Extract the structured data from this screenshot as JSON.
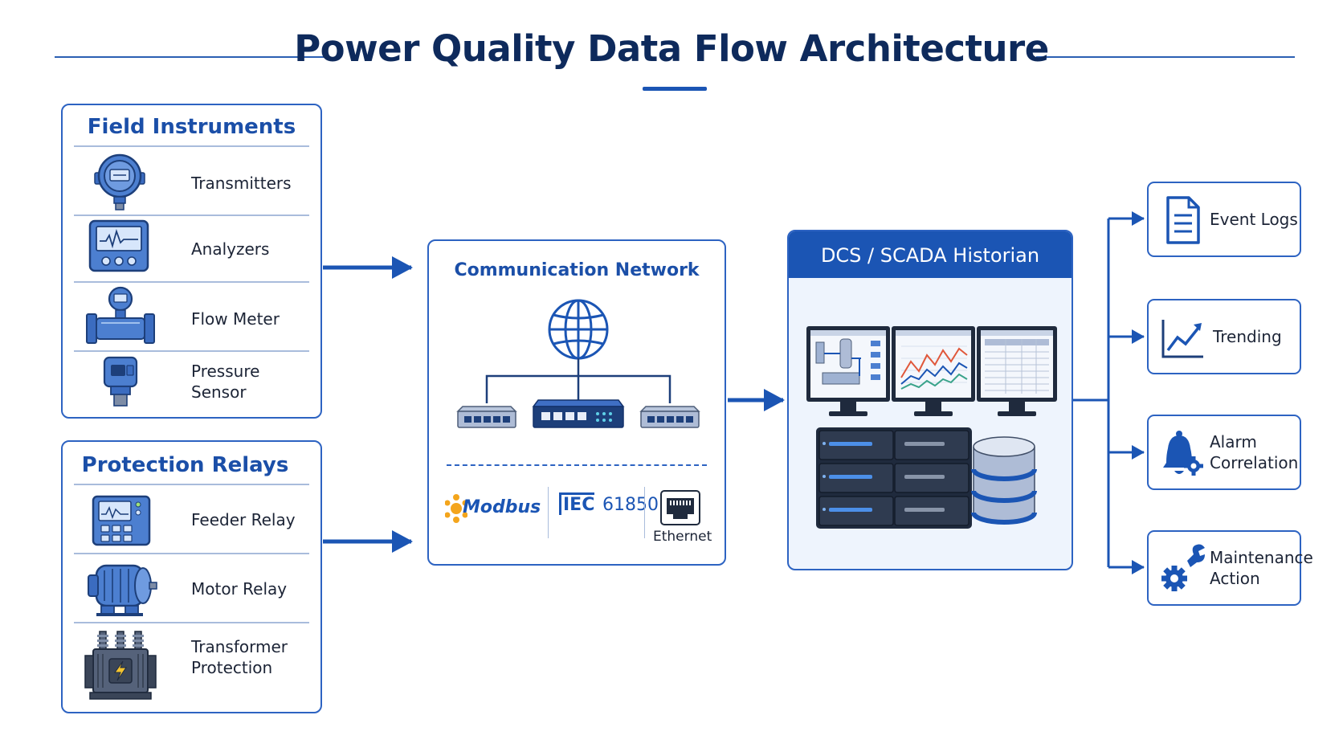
{
  "title": "Power Quality Data Flow Architecture",
  "colors": {
    "primary": "#1b55b4",
    "dark_navy": "#0e2a5c",
    "light_blue": "#4c7fd0",
    "panel_border": "#2d63c2",
    "accent_bg": "#eef4fd"
  },
  "field_instruments": {
    "title": "Field Instruments",
    "items": [
      {
        "label": "Transmitters",
        "icon": "transmitter-icon"
      },
      {
        "label": "Analyzers",
        "icon": "analyzer-icon"
      },
      {
        "label": "Flow Meter",
        "icon": "flow-meter-icon"
      },
      {
        "label": "Pressure\nSensor",
        "icon": "pressure-sensor-icon"
      }
    ]
  },
  "protection_relays": {
    "title": "Protection Relays",
    "items": [
      {
        "label": "Feeder Relay",
        "icon": "feeder-relay-icon"
      },
      {
        "label": "Motor Relay",
        "icon": "motor-icon"
      },
      {
        "label": "Transformer\nProtection",
        "icon": "transformer-icon"
      }
    ]
  },
  "network": {
    "title": "Communication Network",
    "protocols": {
      "modbus": "Modbus",
      "iec": "IEC",
      "iec_num": "61850",
      "ethernet": "Ethernet"
    }
  },
  "historian": {
    "title": "DCS / SCADA Historian"
  },
  "outputs": [
    {
      "label": "Event Logs",
      "icon": "document-icon"
    },
    {
      "label": "Trending",
      "icon": "trend-chart-icon"
    },
    {
      "label": "Alarm\nCorrelation",
      "icon": "alarm-bell-icon"
    },
    {
      "label": "Maintenance\nAction",
      "icon": "wrench-gear-icon"
    }
  ]
}
